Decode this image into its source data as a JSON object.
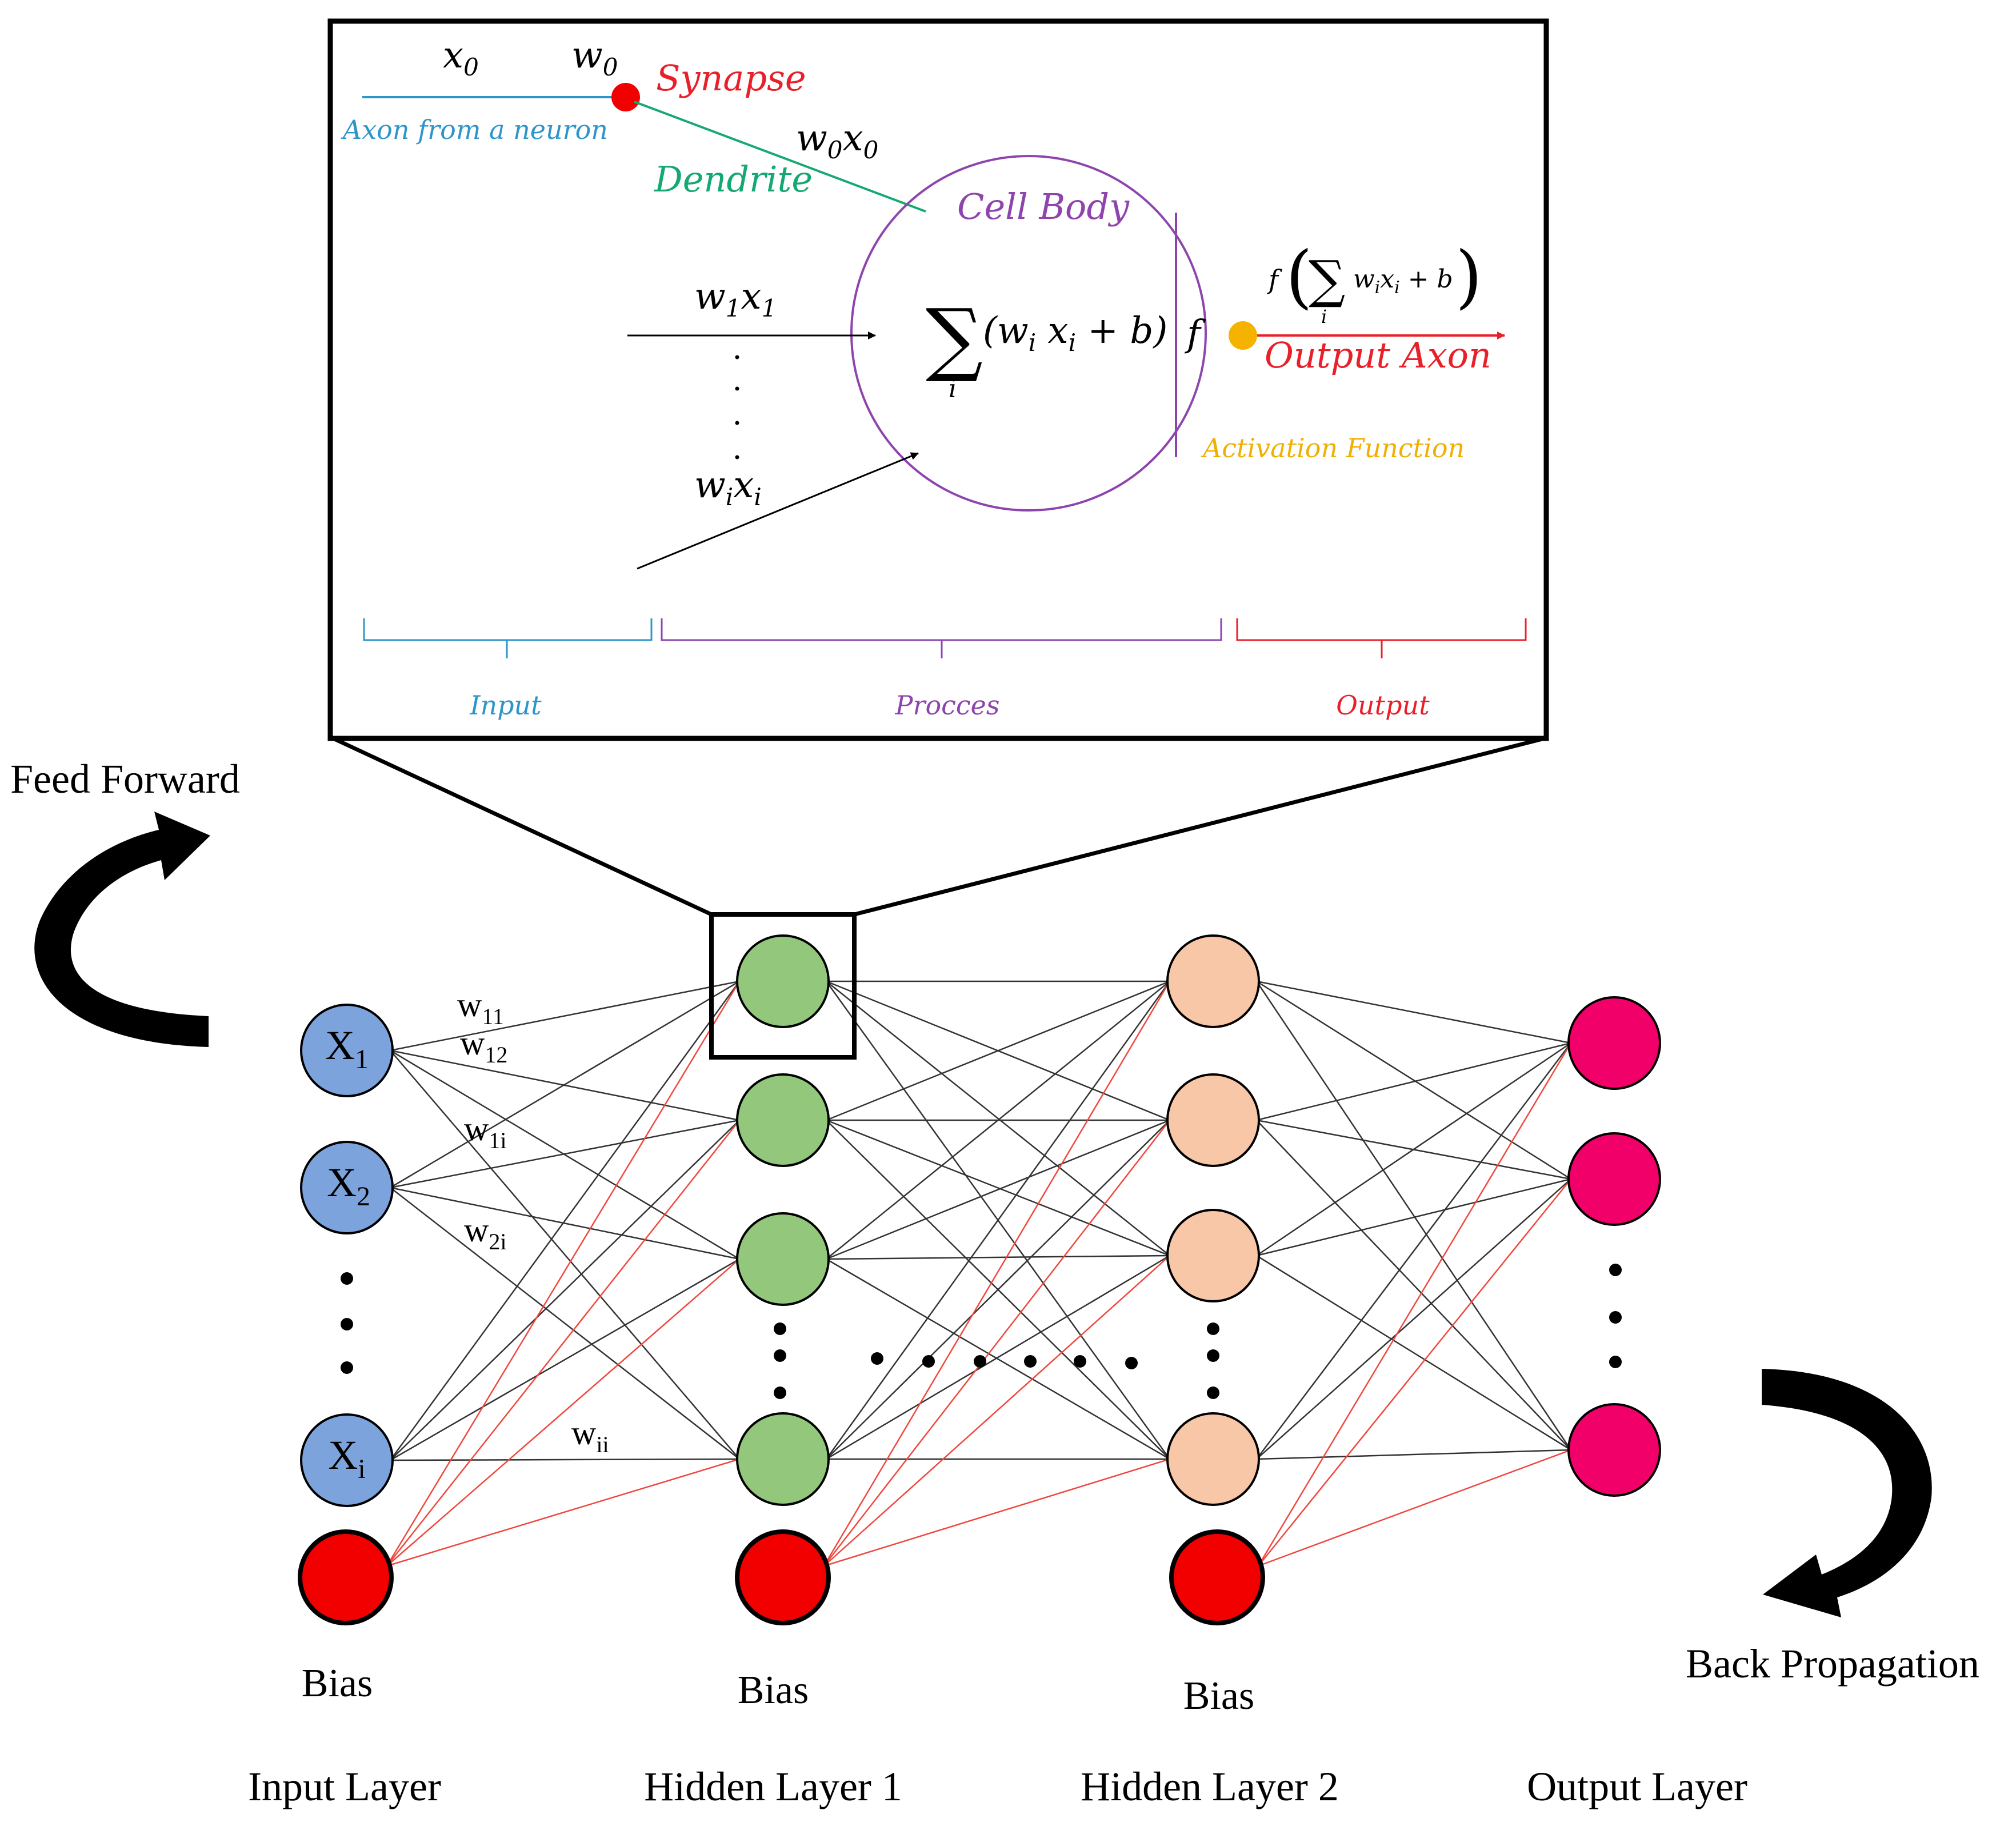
{
  "neuron_detail": {
    "x0": "x",
    "x0_sub": "0",
    "w0": "w",
    "w0_sub": "0",
    "synapse": "Synapse",
    "axon_from": "Axon from  a neuron",
    "w0x0_a": "w",
    "w0x0_a_sub": "0",
    "w0x0_b": "x",
    "w0x0_b_sub": "0",
    "dendrite": "Dendrite",
    "cell_body": "Cell Body",
    "w1x1_a": "w",
    "w1x1_a_sub": "1",
    "w1x1_b": "x",
    "w1x1_b_sub": "1",
    "wixi_a": "w",
    "wixi_a_sub": "i",
    "wixi_b": "x",
    "wixi_b_sub": "i",
    "sum_symbol": "∑",
    "sum_index": "i",
    "sum_expr": "(w",
    "sum_expr_sub1": "i",
    "sum_expr_x": " x",
    "sum_expr_sub2": "i",
    "sum_expr_tail": " + b)",
    "activation_f": "f",
    "out_f": "f",
    "out_paren_open": "(",
    "out_sum": "∑",
    "out_sum_index": "i",
    "out_w": "w",
    "out_w_sub": "i",
    "out_x": "x",
    "out_x_sub": "i",
    "out_tail": " + b",
    "out_paren_close": ")",
    "output_axon": "Output Axon",
    "activation_function": "Activation Function",
    "brace_input": "Input",
    "brace_process": "Procces",
    "brace_output": "Output"
  },
  "network": {
    "input_nodes": [
      {
        "label": "X",
        "sub": "1"
      },
      {
        "label": "X",
        "sub": "2"
      },
      {
        "label": "X",
        "sub": "i"
      }
    ],
    "weights": [
      {
        "label": "w",
        "sub": "11"
      },
      {
        "label": "w",
        "sub": "12"
      },
      {
        "label": "w",
        "sub": "1i"
      },
      {
        "label": "w",
        "sub": "2i"
      },
      {
        "label": "w",
        "sub": "ii"
      }
    ],
    "bias_labels": [
      "Bias",
      "Bias",
      "Bias"
    ],
    "layer_labels": [
      "Input Layer",
      "Hidden Layer 1",
      "Hidden Layer 2",
      "Output Layer"
    ],
    "feed_forward": "Feed Forward",
    "back_propagation": "Back Propagation"
  },
  "colors": {
    "input_node": "#7DA3DC",
    "hidden1_node": "#92C77C",
    "hidden2_node": "#F8C7A8",
    "output_node": "#F2006A",
    "bias_node": "#F20000",
    "axon_blue": "#2E95C9",
    "synapse_red": "#E8202A",
    "dendrite_green": "#16A872",
    "cell_purple": "#8E44AD",
    "activation_yellow": "#F0B000",
    "output_red": "#E8202A"
  }
}
